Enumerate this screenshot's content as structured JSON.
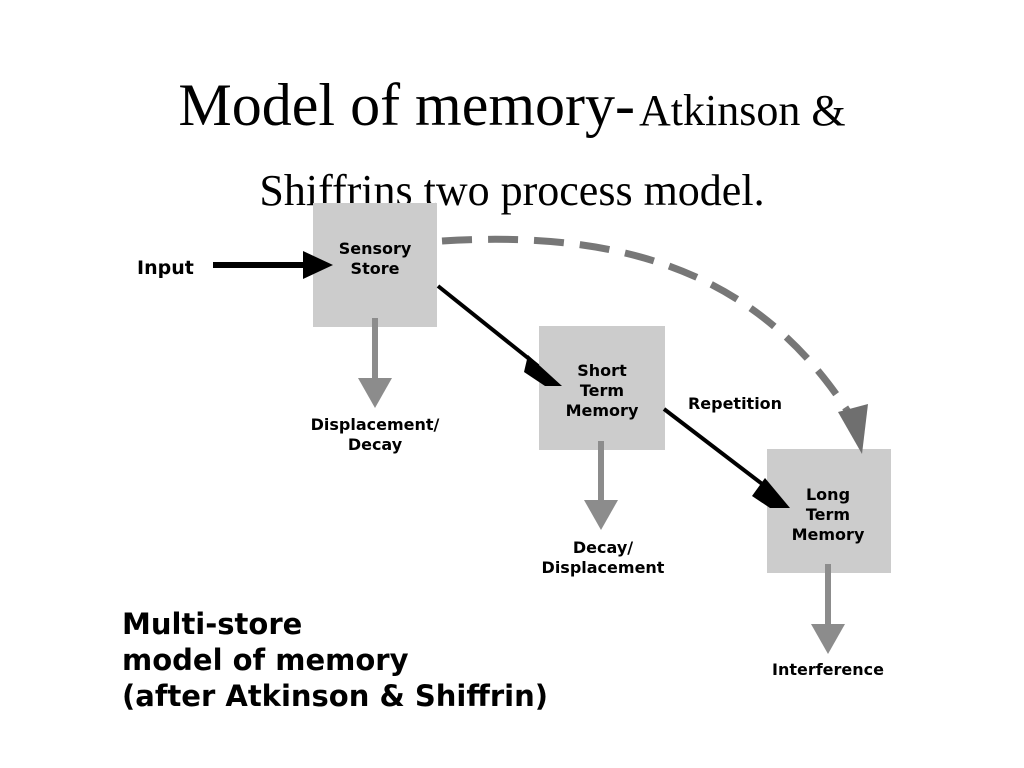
{
  "slide": {
    "title_main": "Model of memory-",
    "title_sub_1": "Atkinson &",
    "title_sub_2": "Shiffrins two process model."
  },
  "diagram": {
    "input_label": "Input",
    "sensory_store": [
      "Sensory",
      "Store"
    ],
    "short_term_memory": [
      "Short",
      "Term",
      "Memory"
    ],
    "long_term_memory": [
      "Long",
      "Term",
      "Memory"
    ],
    "repetition_label": "Repetition",
    "sensory_loss": [
      "Displacement/",
      "Decay"
    ],
    "stm_loss": [
      "Decay/",
      "Displacement"
    ],
    "ltm_loss": "Interference",
    "caption": [
      "Multi-store",
      "model of memory",
      "(after Atkinson & Shiffrin)"
    ],
    "colors": {
      "box_fill": "#cccccc",
      "solid_arrow": "#000000",
      "grey_arrow": "#8c8c8c",
      "dashed_arrow": "#777777"
    }
  }
}
